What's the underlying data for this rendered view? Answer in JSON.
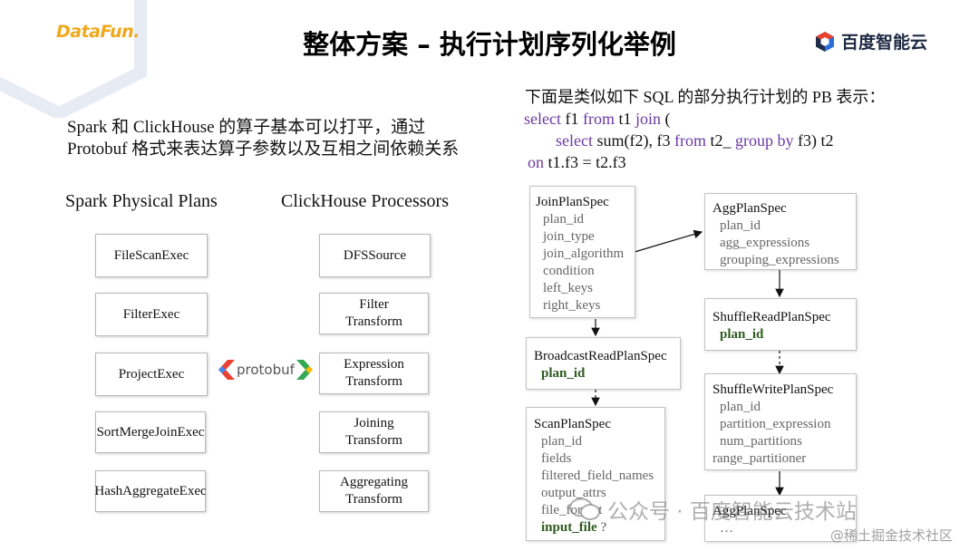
{
  "header": {
    "logo_text": "DataFun.",
    "title": "整体方案 – 执行计划序列化举例",
    "brand": "百度智能云"
  },
  "left": {
    "intro": "Spark 和 ClickHouse 的算子基本可以打平，通过 Protobuf 格式来表达算子参数以及互相之间依赖关系",
    "spark_heading": "Spark Physical Plans",
    "ch_heading": "ClickHouse Processors",
    "spark_items": [
      "FileScanExec",
      "FilterExec",
      "ProjectExec",
      "SortMergeJoinExec",
      "HashAggregateExec"
    ],
    "ch_items": [
      "DFSSource",
      "Filter Transform",
      "Expression Transform",
      "Joining Transform",
      "Aggregating Transform"
    ],
    "protobuf_label": "protobuf"
  },
  "right": {
    "intro": "下面是类似如下 SQL 的部分执行计划的 PB 表示：",
    "sql": {
      "l1": [
        "select",
        " f1 ",
        "from",
        " t1 ",
        "join",
        " ("
      ],
      "l2": [
        "select",
        " sum(f2), f3 ",
        "from",
        " t2_ ",
        "group by",
        " f3) t2"
      ],
      "l3": [
        "on",
        " t1.f3 = t2.f3"
      ]
    },
    "specs": {
      "join": {
        "name": "JoinPlanSpec",
        "fields": [
          "plan_id",
          "join_type",
          "join_algorithm",
          "condition",
          "left_keys",
          "right_keys"
        ]
      },
      "agg": {
        "name": "AggPlanSpec",
        "fields": [
          "plan_id",
          "agg_expressions",
          "grouping_expressions"
        ]
      },
      "shuffle_read": {
        "name": "ShuffleReadPlanSpec",
        "bold_field": "plan_id"
      },
      "broadcast_read": {
        "name": "BroadcastReadPlanSpec",
        "bold_field": "plan_id"
      },
      "shuffle_write": {
        "name": "ShuffleWritePlanSpec",
        "fields": [
          "plan_id",
          "partition_expression",
          "num_partitions"
        ],
        "extra": "range_partitioner"
      },
      "scan": {
        "name": "ScanPlanSpec",
        "fields": [
          "plan_id",
          "fields",
          "filtered_field_names",
          "output_attrs",
          "file_format"
        ],
        "bold_field": "input_file",
        "bold_suffix": "?"
      },
      "agg2": {
        "name": "AggPlanSpec",
        "fields": [
          "…"
        ]
      }
    }
  },
  "watermark": {
    "main": "公众号 · 百度智能云技术站",
    "corner": "@稀土掘金技术社区"
  },
  "colors": {
    "keyword": "#6a3aa2",
    "bold_field": "#2f5c1f",
    "logo": "#f0a81c"
  }
}
